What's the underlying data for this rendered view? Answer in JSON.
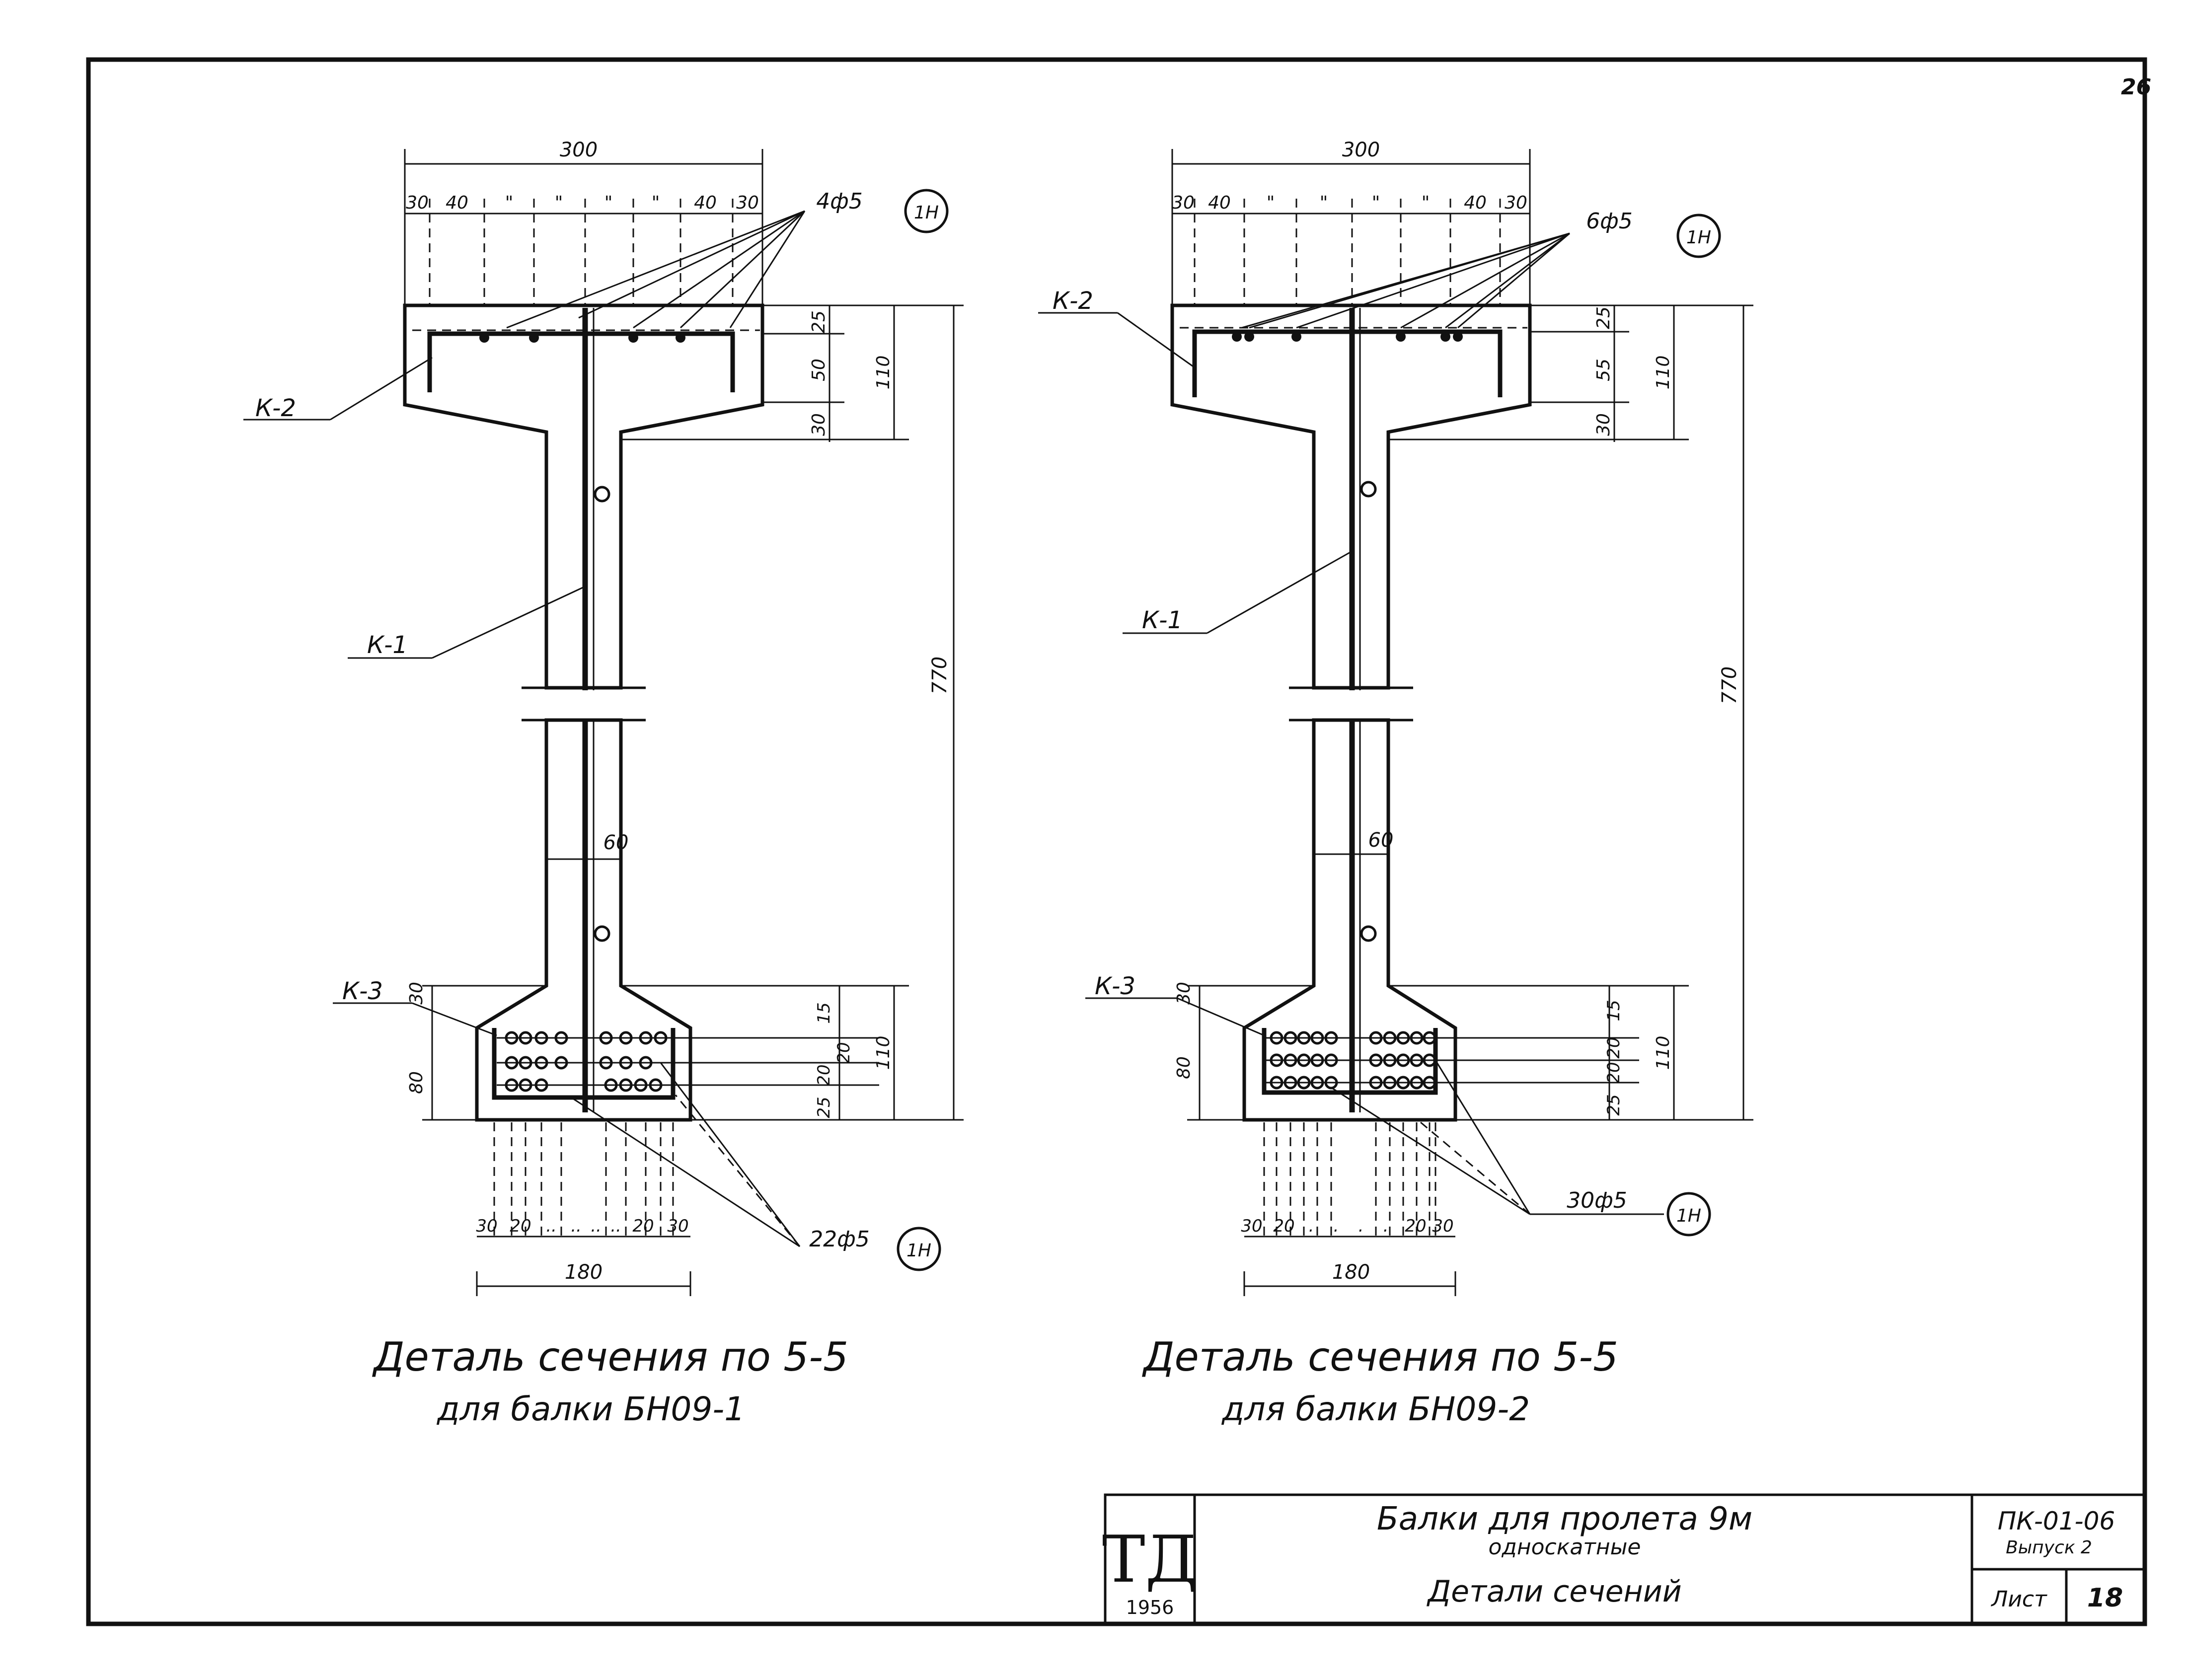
{
  "sheet_number": "26",
  "left_detail": {
    "title_line1": "Деталь сечения по 5-5",
    "title_line2": "для балки БН09-1",
    "overall_width": "300",
    "top_spacing": [
      "30",
      "40",
      "\"",
      "\"",
      "\"",
      "\"",
      "40",
      "30"
    ],
    "top_bars_callout": "4ф5",
    "top_bars_ref": "1Н",
    "right_dims_top": [
      "25",
      "50",
      "30"
    ],
    "top_flange_height": "110",
    "total_height": "770",
    "web_width": "60",
    "left_dim_bottom_top": "30",
    "left_dim_bottom": "80",
    "right_dims_bottom": [
      "15",
      "20",
      "20",
      "25"
    ],
    "bottom_flange_height": "110",
    "bottom_spacing": [
      "30",
      "20",
      "..",
      "..",
      "..",
      "..",
      "20",
      "30"
    ],
    "bottom_bars_callout": "22ф5",
    "bottom_bars_ref": "1Н",
    "bottom_width": "180",
    "labels": {
      "k1": "К-1",
      "k2": "К-2",
      "k3": "К-3"
    }
  },
  "right_detail": {
    "title_line1": "Деталь сечения по 5-5",
    "title_line2": "для балки БН09-2",
    "overall_width": "300",
    "top_spacing": [
      "30",
      "40",
      "\"",
      "\"",
      "\"",
      "\"",
      "40",
      "30"
    ],
    "top_bars_callout": "6ф5",
    "top_bars_ref": "1Н",
    "right_dims_top": [
      "25",
      "55",
      "30"
    ],
    "top_flange_height": "110",
    "total_height": "770",
    "web_width": "60",
    "left_dim_bottom_top": "30",
    "left_dim_bottom": "80",
    "right_dims_bottom": [
      "15",
      "20",
      "20",
      "25"
    ],
    "bottom_flange_height": "110",
    "bottom_spacing": [
      "30",
      "20",
      ".",
      ".",
      ".",
      ".",
      "20",
      "30"
    ],
    "bottom_bars_callout": "30ф5",
    "bottom_bars_ref": "1Н",
    "bottom_width": "180",
    "labels": {
      "k1": "К-1",
      "k2": "К-2",
      "k3": "К-3"
    }
  },
  "title_block": {
    "logo": "ТД",
    "year": "1956",
    "title_line1": "Балки для пролета 9м",
    "title_line2": "односкатные",
    "title_line3": "Детали сечений",
    "series": "ПК-01-06",
    "issue": "Выпуск 2",
    "sheet_label": "Лист",
    "sheet_value": "18"
  }
}
